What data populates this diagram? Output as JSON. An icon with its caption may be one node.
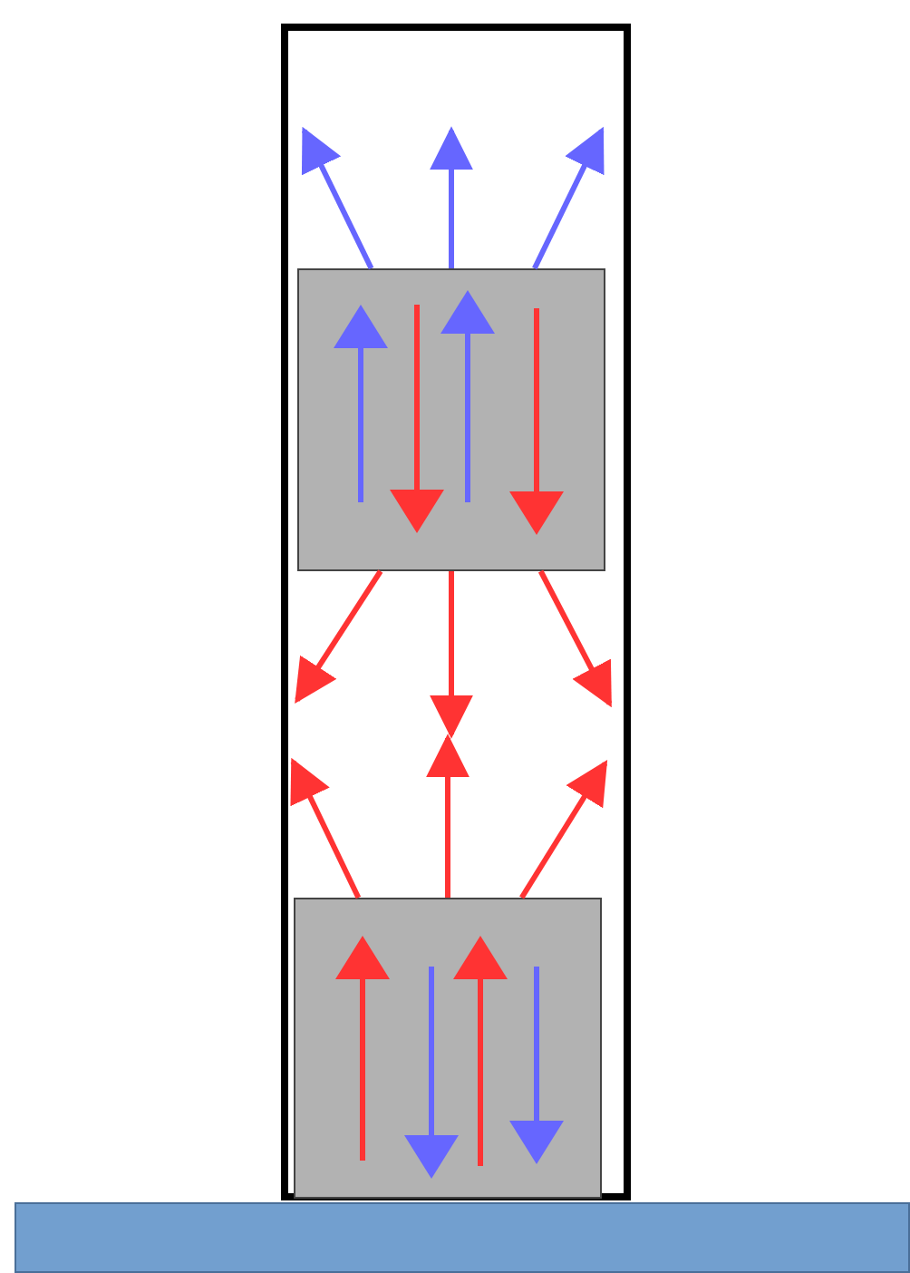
{
  "diagram": {
    "nodes": [
      {
        "text": [],
        "shape": "box"
      },
      {
        "text": [],
        "shape": "box",
        "in": 0
      },
      {
        "text": [],
        "shape": "box",
        "in": 0
      },
      {
        "text": [],
        "shape": "bar"
      }
    ],
    "edges": [
      {
        "from": 1,
        "to": null,
        "arrow": "to",
        "color": "#6666ff"
      },
      {
        "from": 1,
        "to": null,
        "arrow": "to",
        "color": "#6666ff"
      },
      {
        "from": 1,
        "to": null,
        "arrow": "to",
        "color": "#6666ff"
      },
      {
        "from": 1,
        "to": null,
        "arrow": "to"
      },
      {
        "from": 1,
        "to": null,
        "arrow": "to"
      },
      {
        "from": 1,
        "to": null,
        "arrow": "to"
      },
      {
        "from": 2,
        "to": null,
        "arrow": "to"
      },
      {
        "from": 2,
        "to": null,
        "arrow": "to"
      },
      {
        "from": 2,
        "to": null,
        "arrow": "to"
      }
    ]
  }
}
